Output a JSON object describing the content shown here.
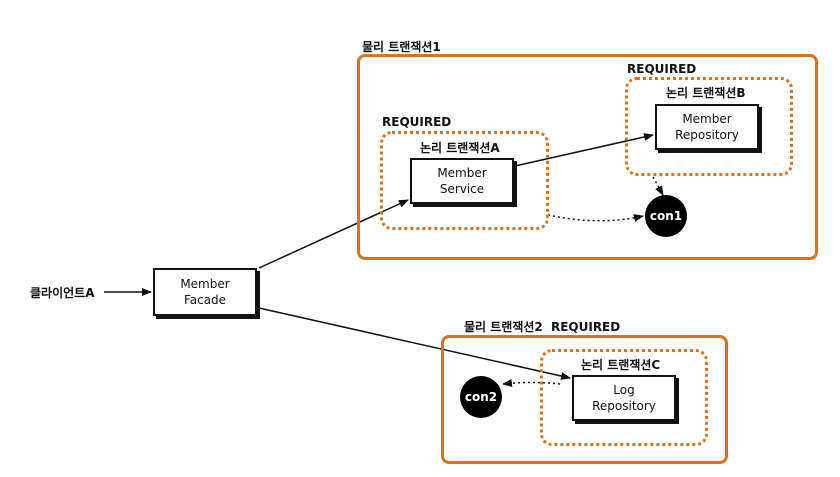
{
  "colors": {
    "accent": "#d9721c",
    "ink": "#111111",
    "connection": "#000000"
  },
  "client": {
    "label": "클라이언트A"
  },
  "physical_tx1": {
    "title": "물리 트랜잭션1"
  },
  "physical_tx2": {
    "title": "물리 트랜잭션2",
    "propagation": "REQUIRED"
  },
  "logical_tx_a": {
    "propagation": "REQUIRED",
    "title": "논리 트랜잭션A"
  },
  "logical_tx_b": {
    "propagation": "REQUIRED",
    "title": "논리 트랜잭션B"
  },
  "logical_tx_c": {
    "title": "논리 트랜잭션C"
  },
  "nodes": {
    "member_facade": "Member\nFacade",
    "member_service": "Member\nService",
    "member_repository": "Member\nRepository",
    "log_repository": "Log\nRepository"
  },
  "connections": {
    "con1": "con1",
    "con2": "con2"
  }
}
